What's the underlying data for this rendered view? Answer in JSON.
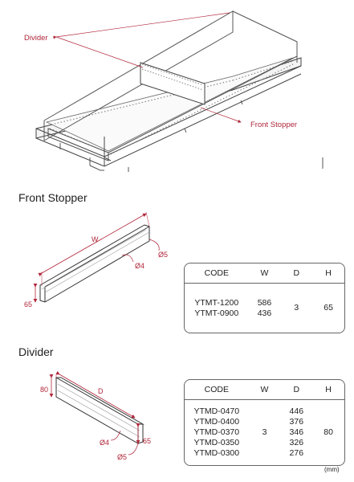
{
  "callouts": {
    "divider": "Divider",
    "front_stopper": "Front Stopper"
  },
  "sections": {
    "front_stopper_title": "Front Stopper",
    "divider_title": "Divider"
  },
  "front_stopper_dims": {
    "w": "W",
    "h": "65",
    "dia_4": "Ø4",
    "dia_5": "Ø5"
  },
  "divider_dims": {
    "d": "D",
    "h_left": "80",
    "h_right": "65",
    "dia_4": "Ø4",
    "dia_5": "Ø5"
  },
  "front_stopper_table": {
    "headers": [
      "CODE",
      "W",
      "D",
      "H"
    ],
    "codes": [
      "YTMT-1200",
      "YTMT-0900"
    ],
    "w": [
      "586",
      "436"
    ],
    "d": "3",
    "h": "65"
  },
  "divider_table": {
    "headers": [
      "CODE",
      "W",
      "D",
      "H"
    ],
    "codes": [
      "YTMD-0470",
      "YTMD-0400",
      "YTMD-0370",
      "YTMD-0350",
      "YTMD-0300"
    ],
    "w": "3",
    "d": [
      "446",
      "376",
      "346",
      "326",
      "276"
    ],
    "h": "80"
  },
  "unit": "(mm)",
  "colors": {
    "accent": "#b0263a",
    "line": "#333333"
  }
}
